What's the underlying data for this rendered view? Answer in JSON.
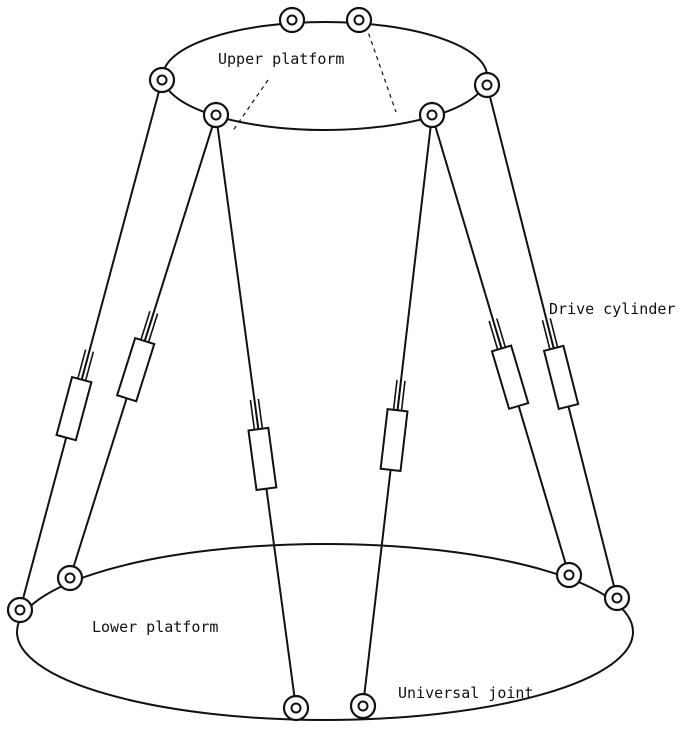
{
  "labels": {
    "upper_platform": "Upper platform",
    "drive_cylinder": "Drive cylinder",
    "lower_platform": "Lower platform",
    "universal_joint": "Universal joint"
  },
  "colors": {
    "stroke": "#111111",
    "background": "#ffffff"
  }
}
